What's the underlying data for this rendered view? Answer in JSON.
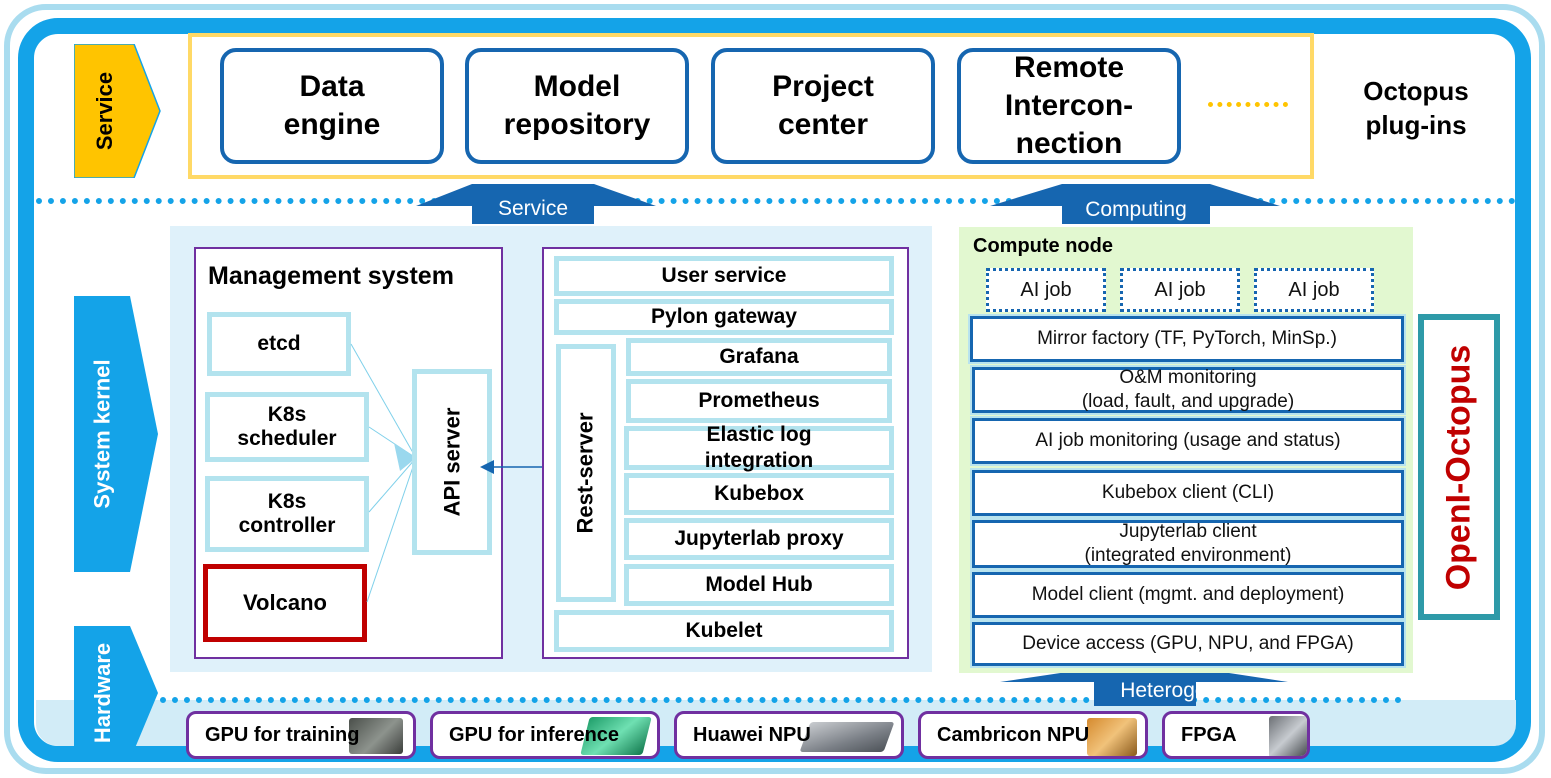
{
  "layers": {
    "service": "Service",
    "system_kernel": "System kernel",
    "hardware": "Hardware"
  },
  "service_layer": {
    "boxes": [
      "Data\nengine",
      "Model\nrepository",
      "Project\ncenter",
      "Remote\nIntercon-\nnection"
    ],
    "plugins_label": "Octopus\nplug-ins"
  },
  "arrows": {
    "service": "Service",
    "computing": "Computing",
    "heterogeneous": "Heterogeneous"
  },
  "management": {
    "title": "Management system",
    "components": [
      "etcd",
      "K8s\nscheduler",
      "K8s\ncontroller"
    ],
    "volcano": "Volcano",
    "api_server": "API server"
  },
  "services_panel": {
    "user_service": "User service",
    "pylon_gateway": "Pylon gateway",
    "rest_server": "Rest-server",
    "items": [
      "Grafana",
      "Prometheus",
      "Elastic log\nintegration",
      "Kubebox",
      "Jupyterlab proxy",
      "Model Hub"
    ],
    "kubelet": "Kubelet"
  },
  "compute_node": {
    "title": "Compute node",
    "ai_jobs": [
      "AI job",
      "AI job",
      "AI job"
    ],
    "components": [
      "Mirror factory (TF, PyTorch, MinSp.)",
      "O&M monitoring\n(load, fault, and upgrade)",
      "AI job monitoring (usage and status)",
      "Kubebox client (CLI)",
      "Jupyterlab client\n(integrated environment)",
      "Model client (mgmt. and deployment)",
      "Device access (GPU, NPU, and FPGA)"
    ]
  },
  "brand": "OpenI-Octopus",
  "hardware_items": [
    "GPU for training",
    "GPU for inference",
    "Huawei NPU",
    "Cambricon NPU",
    "FPGA"
  ],
  "colors": {
    "frame_blue": "#14a3e8",
    "dark_blue": "#1666b0",
    "service_yellow": "#ffc400",
    "purple": "#7030a0",
    "red": "#c00000",
    "teal": "#2e9aa8",
    "panel_blue": "#dff1fa",
    "panel_green": "#e2f8d0"
  }
}
